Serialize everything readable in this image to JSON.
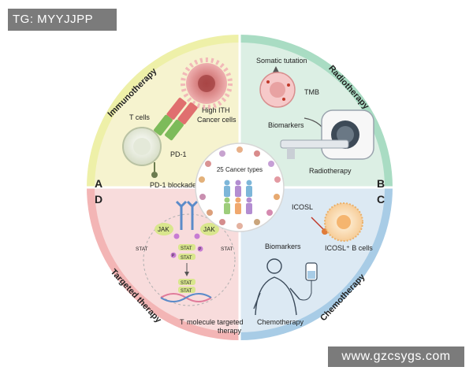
{
  "watermarks": {
    "top": "TG: MYYJJPP",
    "bottom": "www.gzcsygs.com"
  },
  "quadrants": {
    "A": {
      "letter": "A",
      "title": "Immunotherapy",
      "t_cells": "T cells",
      "cancer_line1": "High ITH",
      "cancer_line2": "Cancer cells",
      "pd1": "PD-1",
      "pd1_blockade": "PD-1 blockade"
    },
    "B": {
      "letter": "B",
      "title": "Radiotherapy",
      "somatic": "Somatic tutation",
      "tmb": "TMB",
      "biomarkers": "Biomarkers",
      "radiotherapy": "Radiotherapy"
    },
    "C": {
      "letter": "C",
      "title": "Chemotherapy",
      "icosl": "ICOSL",
      "biomarkers": "Biomarkers",
      "icosl_b_cells": "ICOSL⁺ B cells",
      "chemotherapy": "Chemotherapy"
    },
    "D": {
      "letter": "D",
      "title": "Targeted therapy",
      "jak": "JAK",
      "stat": "STAT",
      "p": "P",
      "molecule_line1": "molecule targeted",
      "molecule_line2": "therapy",
      "t_mark": "T"
    }
  },
  "center": {
    "label": "25 Cancer types"
  },
  "colors": {
    "A": "#f6f3cf",
    "B": "#dcefe4",
    "C": "#dce9f3",
    "D": "#f8dcdc",
    "ringA": "#eef0a8",
    "ringB": "#a9dcc3",
    "ringC": "#a8cce6",
    "ringD": "#f3b5b5"
  }
}
